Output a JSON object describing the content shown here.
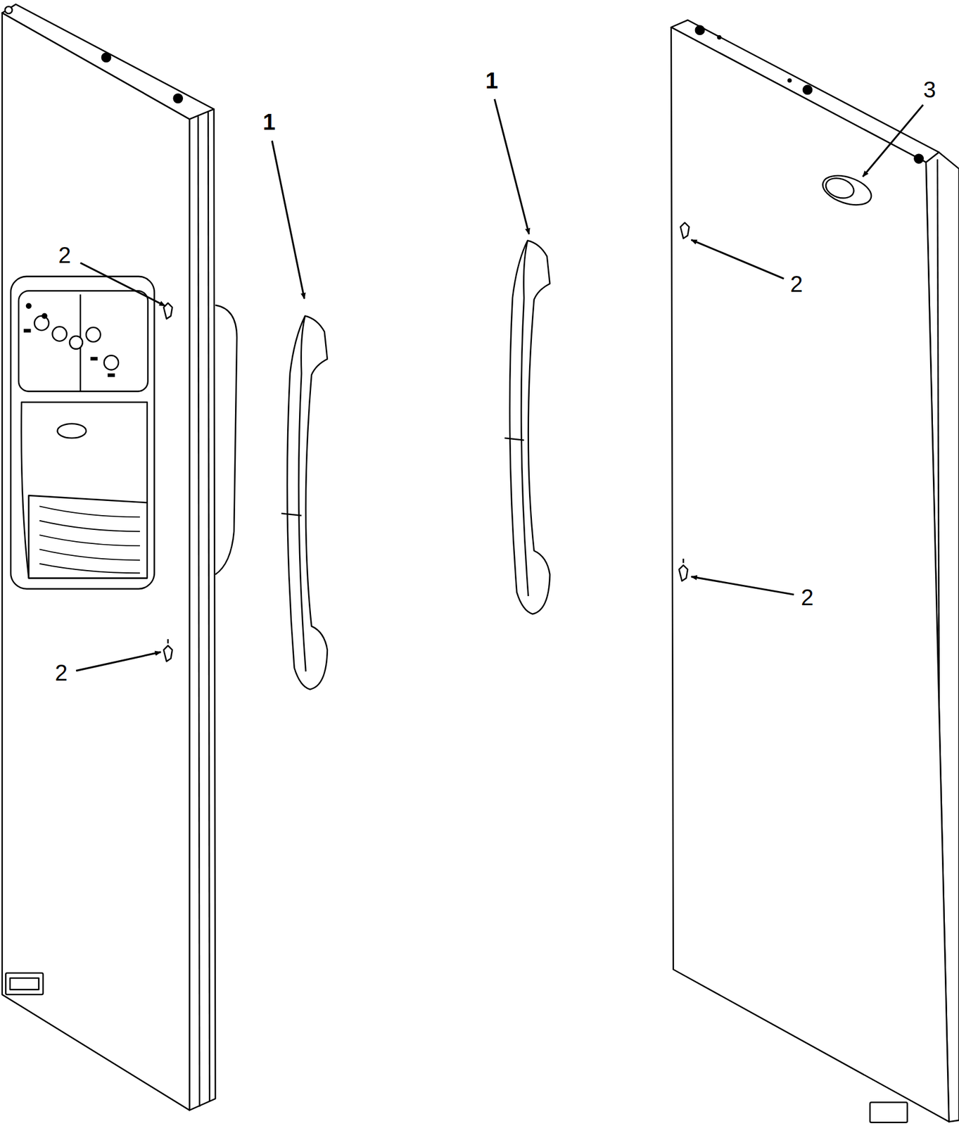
{
  "diagram": {
    "labels": [
      "1",
      "1",
      "3",
      "2",
      "2",
      "2",
      "2"
    ]
  }
}
